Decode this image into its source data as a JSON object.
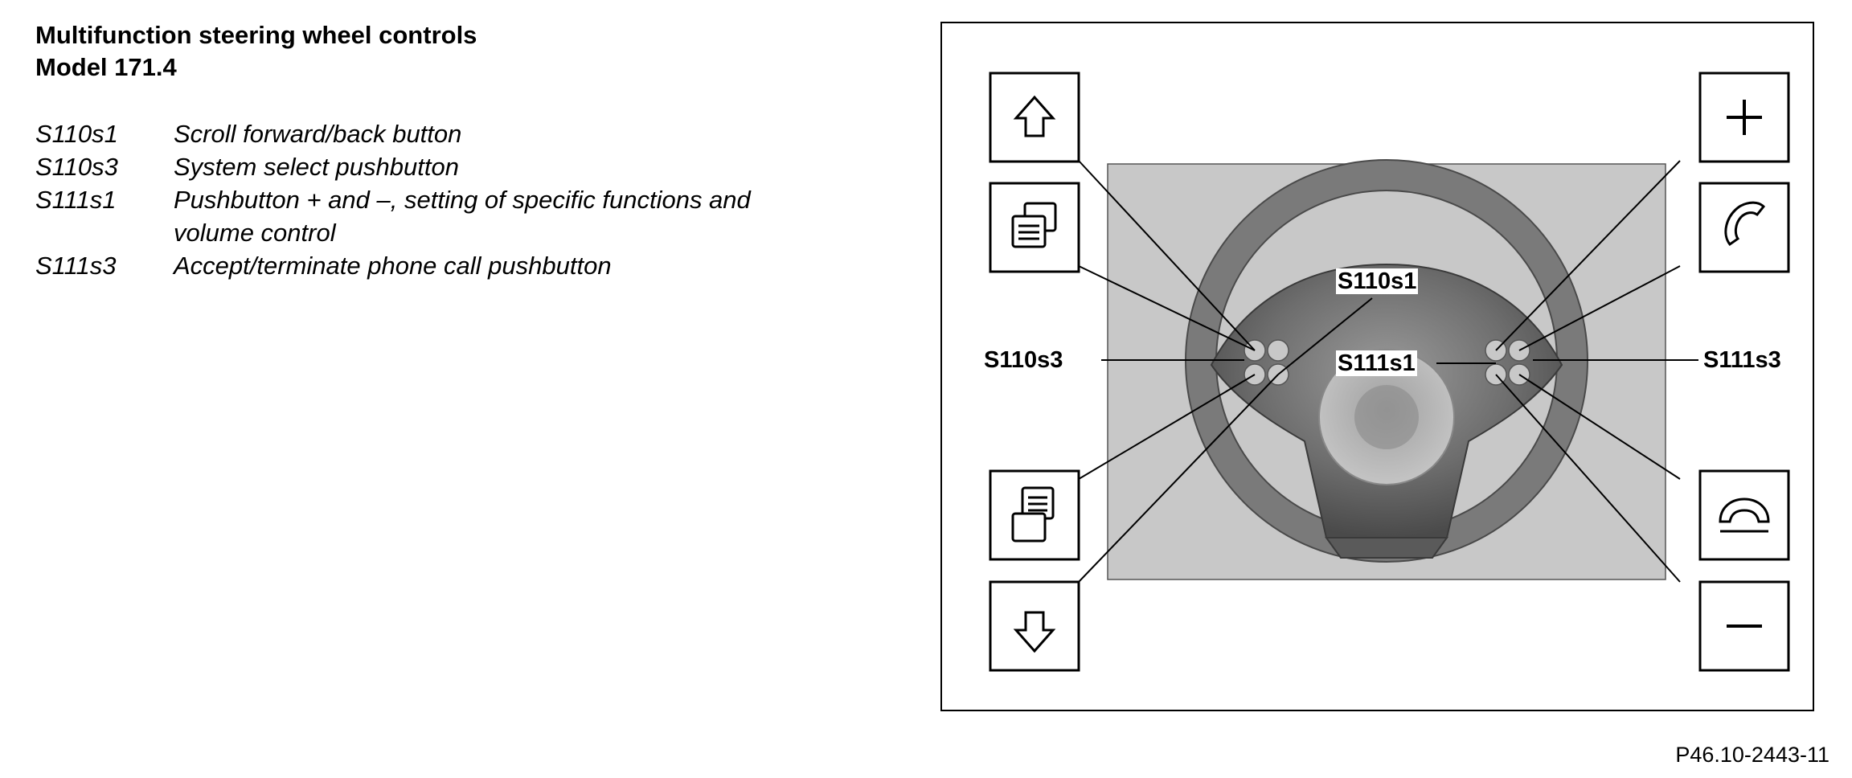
{
  "title": {
    "line1": "Multifunction steering wheel controls",
    "line2": "Model 171.4"
  },
  "legend": [
    {
      "code": "S110s1",
      "desc": "Scroll forward/back button"
    },
    {
      "code": "S110s3",
      "desc": "System select pushbutton"
    },
    {
      "code": "S111s1",
      "desc": "Pushbutton + and  –, setting of specific functions and volume control"
    },
    {
      "code": "S111s3",
      "desc": "Accept/terminate phone call pushbutton"
    }
  ],
  "labels": {
    "s110s1": "S110s1",
    "s110s3": "S110s3",
    "s111s1": "S111s1",
    "s111s3": "S111s3"
  },
  "icons": {
    "left": [
      "arrow-up-icon",
      "display-forward-icon",
      "display-back-icon",
      "arrow-down-icon"
    ],
    "right": [
      "plus-icon",
      "phone-accept-icon",
      "phone-end-icon",
      "minus-icon"
    ]
  },
  "reference": "P46.10-2443-11",
  "colors": {
    "panel": "#c8c8c8",
    "wheel": "#8c8c8c",
    "frame": "#000000"
  }
}
